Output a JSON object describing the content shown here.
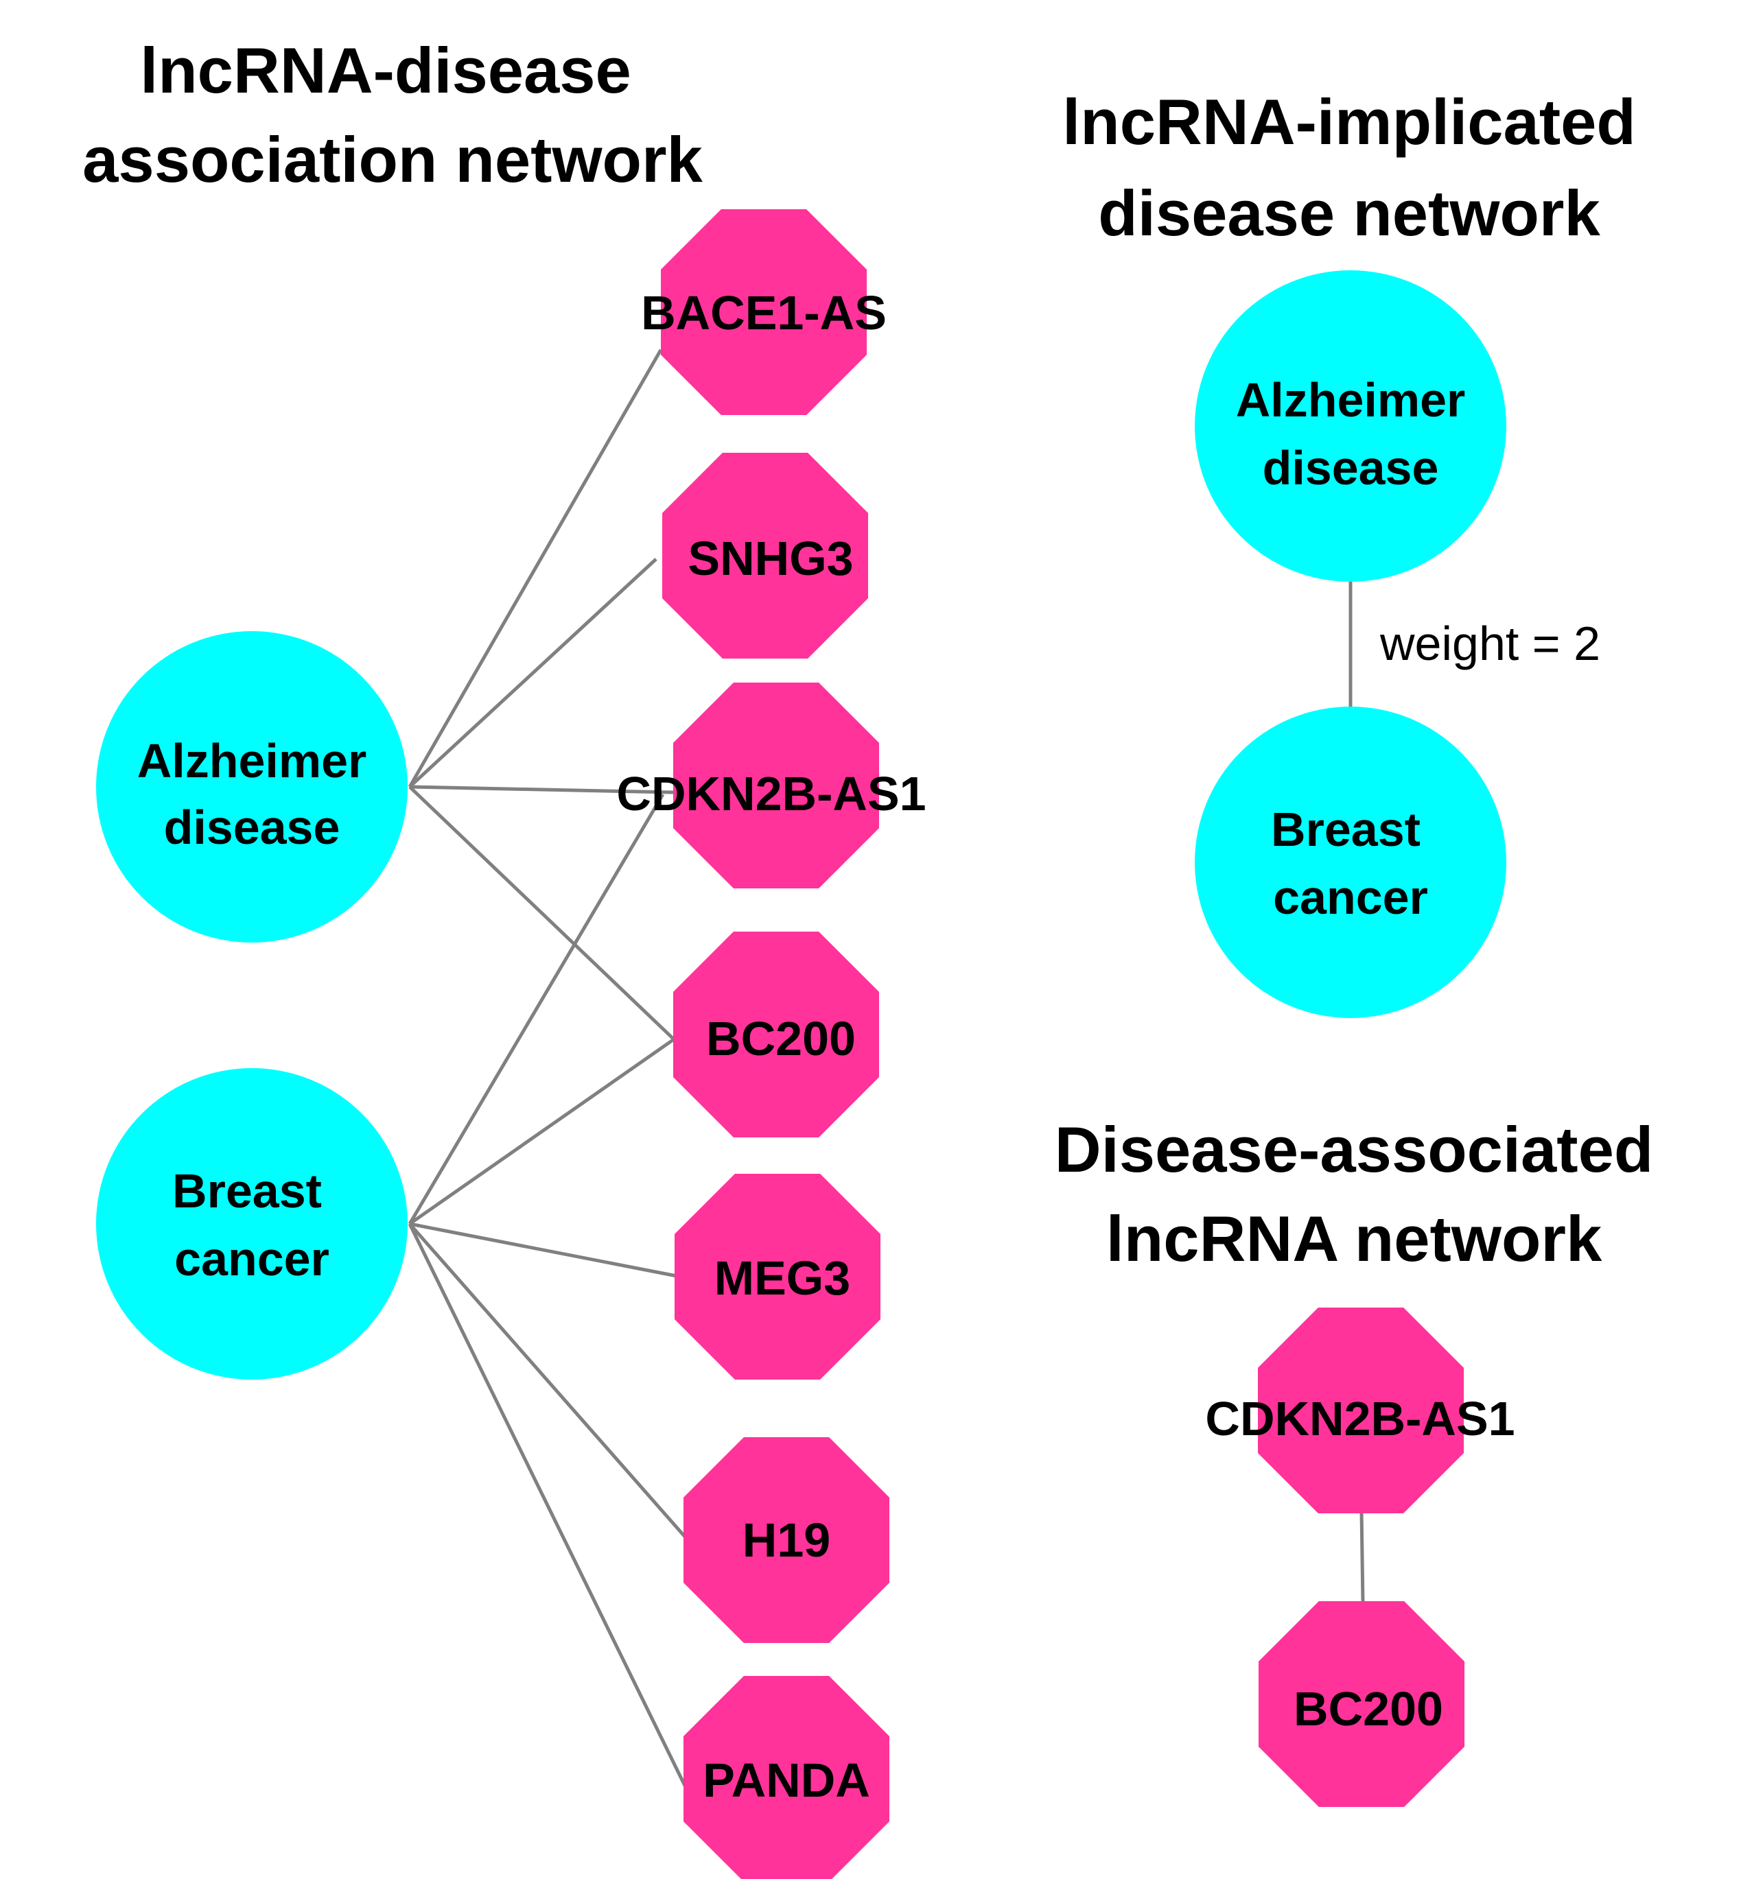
{
  "colors": {
    "disease_node": "#00FFFF",
    "lncrna_node": "#FF3399",
    "edge": "#808080",
    "text": "#000000"
  },
  "panels": {
    "association": {
      "title_lines": [
        "lncRNA-disease",
        "association network"
      ],
      "diseases": [
        {
          "id": "alz",
          "lines": [
            "Alzheimer",
            "disease"
          ]
        },
        {
          "id": "bc",
          "lines": [
            "Breast",
            "cancer"
          ]
        }
      ],
      "lncrnas": [
        {
          "id": "bace1as",
          "label": "BACE1-AS"
        },
        {
          "id": "snhg3",
          "label": "SNHG3"
        },
        {
          "id": "cdkn2bas1",
          "label": "CDKN2B-AS1"
        },
        {
          "id": "bc200",
          "label": "BC200"
        },
        {
          "id": "meg3",
          "label": "MEG3"
        },
        {
          "id": "h19",
          "label": "H19"
        },
        {
          "id": "panda",
          "label": "PANDA"
        }
      ],
      "edges": [
        [
          "alz",
          "bace1as"
        ],
        [
          "alz",
          "snhg3"
        ],
        [
          "alz",
          "cdkn2bas1"
        ],
        [
          "alz",
          "bc200"
        ],
        [
          "bc",
          "cdkn2bas1"
        ],
        [
          "bc",
          "bc200"
        ],
        [
          "bc",
          "meg3"
        ],
        [
          "bc",
          "h19"
        ],
        [
          "bc",
          "panda"
        ]
      ]
    },
    "disease_network": {
      "title_lines": [
        "lncRNA-implicated",
        "disease network"
      ],
      "nodes": [
        {
          "id": "alz",
          "lines": [
            "Alzheimer",
            "disease"
          ]
        },
        {
          "id": "bc",
          "lines": [
            "Breast",
            "cancer"
          ]
        }
      ],
      "edge_label": "weight = 2"
    },
    "lncrna_network": {
      "title_lines": [
        "Disease-associated",
        "lncRNA network"
      ],
      "nodes": [
        {
          "id": "cdkn2bas1",
          "label": "CDKN2B-AS1"
        },
        {
          "id": "bc200",
          "label": "BC200"
        }
      ]
    }
  }
}
